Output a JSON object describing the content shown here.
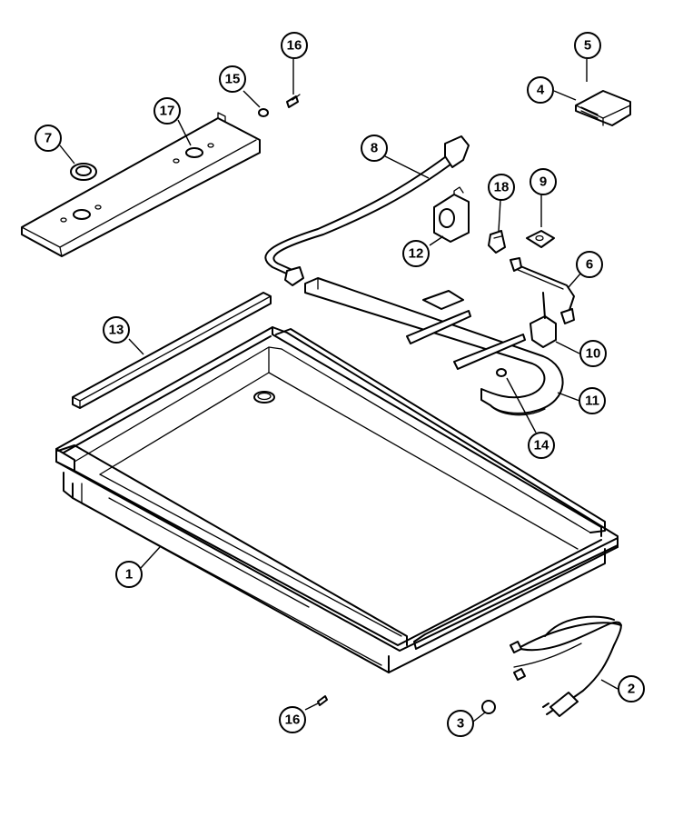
{
  "callouts": [
    {
      "id": "c1",
      "label": "1"
    },
    {
      "id": "c2",
      "label": "2"
    },
    {
      "id": "c3",
      "label": "3"
    },
    {
      "id": "c4",
      "label": "4"
    },
    {
      "id": "c5",
      "label": "5"
    },
    {
      "id": "c6",
      "label": "6"
    },
    {
      "id": "c7",
      "label": "7"
    },
    {
      "id": "c8",
      "label": "8"
    },
    {
      "id": "c9",
      "label": "9"
    },
    {
      "id": "c10",
      "label": "10"
    },
    {
      "id": "c11",
      "label": "11"
    },
    {
      "id": "c12",
      "label": "12"
    },
    {
      "id": "c13",
      "label": "13"
    },
    {
      "id": "c14",
      "label": "14"
    },
    {
      "id": "c15",
      "label": "15"
    },
    {
      "id": "c16a",
      "label": "16"
    },
    {
      "id": "c16b",
      "label": "16"
    },
    {
      "id": "c17",
      "label": "17"
    },
    {
      "id": "c18",
      "label": "18"
    }
  ]
}
